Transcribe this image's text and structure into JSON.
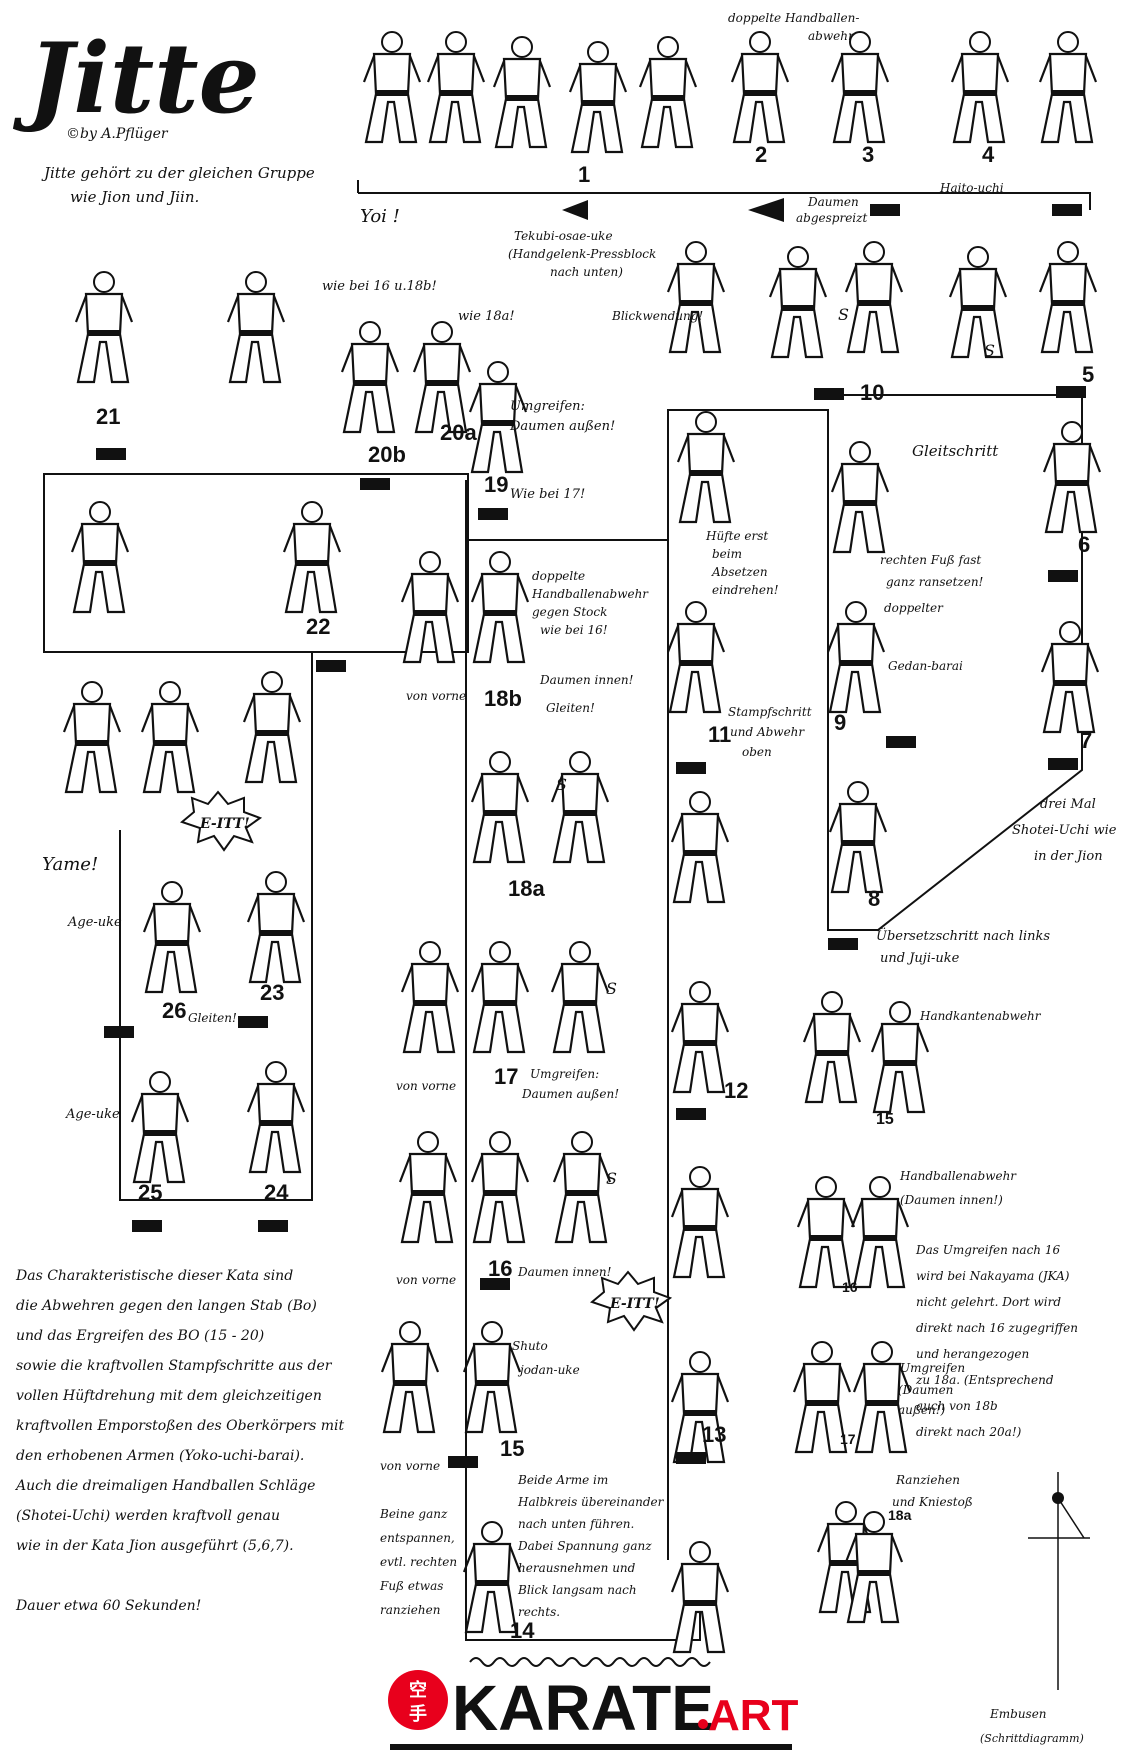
{
  "header": {
    "title": "Jitte",
    "copyright": "©by A.Pflüger",
    "subtitle": [
      "Jitte gehört zu der gleichen Gruppe",
      "wie Jion und Jiin."
    ]
  },
  "labels": {
    "yoi": "Yoi !",
    "yame": "Yame!",
    "doppelte_handballen": [
      "doppelte Handballen-",
      "abwehr"
    ],
    "haito_uchi": "Haito-uchi",
    "daumen_abgespreizt": [
      "Daumen",
      "abgespreizt"
    ],
    "tekubi": [
      "Tekubi-osae-uke",
      "(Handgelenk-Pressblock",
      "nach unten)"
    ],
    "blickwendung": "Blickwendung!",
    "wie_16_18b": "wie bei 16 u.18b!",
    "wie_18a": "wie 18a!",
    "umgreifen_19": [
      "Umgreifen:",
      "Daumen außen!",
      "Wie bei 17!"
    ],
    "gleitschritt": "Gleitschritt",
    "rechten_fuss": [
      "rechten Fuß fast",
      "ganz ransetzen!"
    ],
    "huefte": [
      "Hüfte erst",
      "beim",
      "Absetzen",
      "eindrehen!"
    ],
    "doppelte_18b": [
      "doppelte",
      "Handballenabwehr",
      "gegen Stock",
      "wie bei 16!",
      "Daumen innen!",
      "Gleiten!"
    ],
    "von_vorne": "von vorne",
    "stampfschritt": [
      "Stampfschritt",
      "und Abwehr",
      "oben"
    ],
    "doppelter_gedan": [
      "doppelter",
      "Gedan-barai"
    ],
    "drei_mal": [
      "drei Mal",
      "Shotei-Uchi wie",
      "in der Jion"
    ],
    "uebersetzschritt": [
      "Übersetzschritt nach links",
      "und Juji-uke"
    ],
    "e_itt": "E-ITT!",
    "age_uke": "Age-uke",
    "gleiten": "Gleiten!",
    "umgreifen_17": [
      "Umgreifen:",
      "Daumen außen!"
    ],
    "daumen_innen_16": "Daumen innen!",
    "shuto": [
      "Shuto",
      "jodan-uke"
    ],
    "beide_arme": [
      "Beide Arme im",
      "Halbkreis übereinander",
      "nach unten führen.",
      "Dabei Spannung ganz",
      "herausnehmen und",
      "Blick langsam nach",
      "rechts."
    ],
    "beine": [
      "Beine ganz",
      "entspannen,",
      "evtl. rechten",
      "Fuß etwas",
      "ranziehen"
    ],
    "handkanten": "Handkantenabwehr",
    "handballenabwehr": [
      "Handballenabwehr",
      "(Daumen innen!)"
    ],
    "umgreifen_daumen": [
      "Umgreifen",
      "(Daumen",
      "außen!)"
    ],
    "ranziehen": [
      "Ranziehen",
      "und Kniestoß"
    ],
    "nakayama": [
      "Das Umgreifen nach 16",
      "wird bei Nakayama (JKA)",
      "nicht gelehrt. Dort wird",
      "direkt nach 16 zugegriffen",
      "und herangezogen",
      "zu 18a. (Entsprechend",
      "auch von 18b",
      "direkt nach 20a!)"
    ],
    "embusen": [
      "Embusen",
      "(Schrittdiagramm)"
    ],
    "description": [
      "Das Charakteristische dieser Kata sind",
      "die Abwehren gegen den langen Stab (Bo)",
      "und das Ergreifen des BO (15 - 20)",
      "sowie die kraftvollen Stampfschritte aus der",
      "vollen Hüftdrehung mit dem gleichzeitigen",
      "kraftvollen Emporstoßen des Oberkörpers mit",
      "den erhobenen Armen (Yoko-uchi-barai).",
      "Auch die dreimaligen Handballen Schläge",
      "(Shotei-Uchi) werden kraftvoll genau",
      "wie in der Kata Jion ausgeführt (5,6,7).",
      "",
      "Dauer etwa 60 Sekunden!"
    ],
    "s": "S"
  },
  "step_numbers": [
    "1",
    "2",
    "3",
    "4",
    "5",
    "6",
    "7",
    "8",
    "9",
    "10",
    "11",
    "12",
    "13",
    "14",
    "15",
    "16",
    "17",
    "18a",
    "18b",
    "19",
    "20a",
    "20b",
    "21",
    "22",
    "23",
    "24",
    "25",
    "26",
    "15",
    "16",
    "17",
    "18a"
  ],
  "logo": {
    "kanji": "空手",
    "word": "KARATE",
    "suffix": "ART",
    "colors": {
      "red": "#e8001c",
      "black": "#111111"
    }
  }
}
